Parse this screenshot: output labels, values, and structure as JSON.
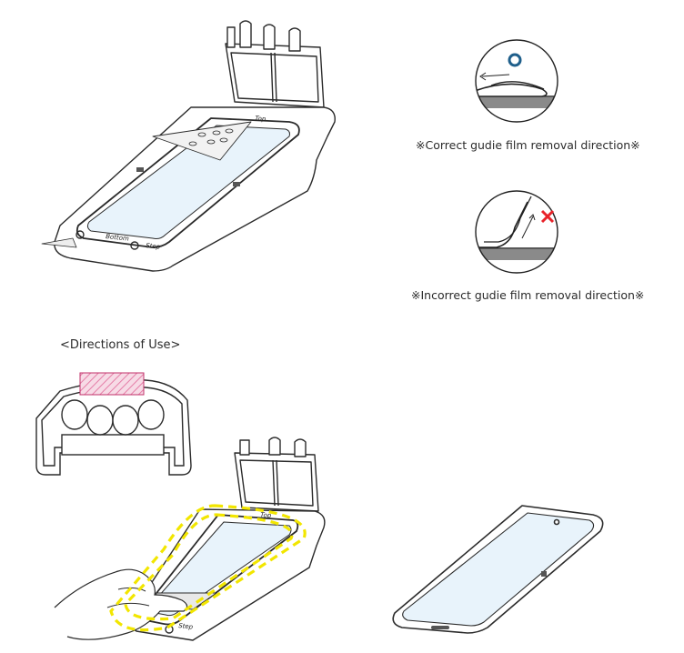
{
  "captions": {
    "correct": "※Correct gudie film removal direction※",
    "incorrect": "※Incorrect gudie film removal direction※",
    "directions_heading": "<Directions of Use>"
  },
  "tray_labels": {
    "top": "Top",
    "bottom": "Bottom",
    "step": "Step"
  },
  "colors": {
    "line": "#2b2b2b",
    "screen": "#e8f3fb",
    "highlight": "#f2e600",
    "correct_mark": "#1f5f8b",
    "incorrect_mark": "#e8232a",
    "hatch": "#e57fa8",
    "surface": "#8a8a8a"
  },
  "icons": {
    "correct": "circle-o-icon",
    "incorrect": "red-x-icon"
  }
}
